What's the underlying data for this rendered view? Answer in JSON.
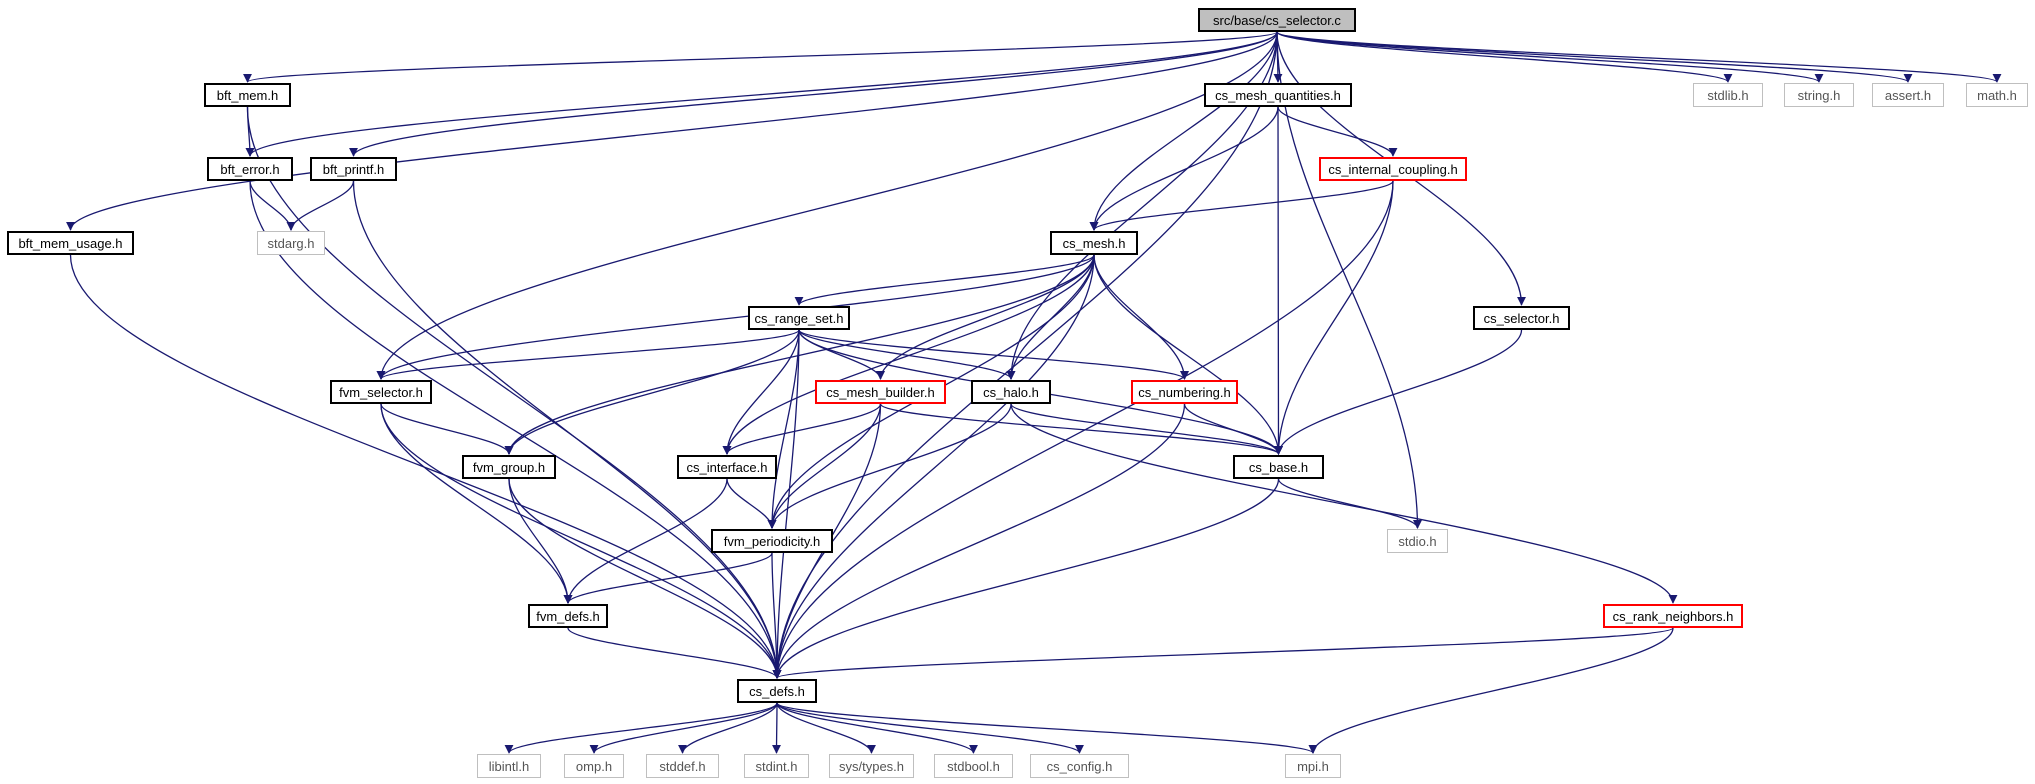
{
  "graph": {
    "nodes": [
      {
        "id": "root",
        "label": "src/base/cs_selector.c",
        "kind": "root"
      },
      {
        "id": "bft_mem",
        "label": "bft_mem.h",
        "kind": "file"
      },
      {
        "id": "cs_mesh_quantities",
        "label": "cs_mesh_quantities.h",
        "kind": "file"
      },
      {
        "id": "stdlib",
        "label": "stdlib.h",
        "kind": "system"
      },
      {
        "id": "string",
        "label": "string.h",
        "kind": "system"
      },
      {
        "id": "assert",
        "label": "assert.h",
        "kind": "system"
      },
      {
        "id": "math",
        "label": "math.h",
        "kind": "system"
      },
      {
        "id": "bft_error",
        "label": "bft_error.h",
        "kind": "file"
      },
      {
        "id": "bft_printf",
        "label": "bft_printf.h",
        "kind": "file"
      },
      {
        "id": "cs_internal_coupling",
        "label": "cs_internal_coupling.h",
        "kind": "incomplete"
      },
      {
        "id": "bft_mem_usage",
        "label": "bft_mem_usage.h",
        "kind": "file"
      },
      {
        "id": "stdarg",
        "label": "stdarg.h",
        "kind": "system"
      },
      {
        "id": "cs_mesh",
        "label": "cs_mesh.h",
        "kind": "file"
      },
      {
        "id": "cs_range_set",
        "label": "cs_range_set.h",
        "kind": "file"
      },
      {
        "id": "cs_selector",
        "label": "cs_selector.h",
        "kind": "file"
      },
      {
        "id": "fvm_selector",
        "label": "fvm_selector.h",
        "kind": "file"
      },
      {
        "id": "cs_mesh_builder",
        "label": "cs_mesh_builder.h",
        "kind": "incomplete"
      },
      {
        "id": "cs_halo",
        "label": "cs_halo.h",
        "kind": "file"
      },
      {
        "id": "cs_numbering",
        "label": "cs_numbering.h",
        "kind": "incomplete"
      },
      {
        "id": "fvm_group",
        "label": "fvm_group.h",
        "kind": "file"
      },
      {
        "id": "cs_interface",
        "label": "cs_interface.h",
        "kind": "file"
      },
      {
        "id": "cs_base",
        "label": "cs_base.h",
        "kind": "file"
      },
      {
        "id": "stdio",
        "label": "stdio.h",
        "kind": "system"
      },
      {
        "id": "fvm_periodicity",
        "label": "fvm_periodicity.h",
        "kind": "file"
      },
      {
        "id": "fvm_defs",
        "label": "fvm_defs.h",
        "kind": "file"
      },
      {
        "id": "cs_rank_neighbors",
        "label": "cs_rank_neighbors.h",
        "kind": "incomplete"
      },
      {
        "id": "cs_defs",
        "label": "cs_defs.h",
        "kind": "file"
      },
      {
        "id": "libintl",
        "label": "libintl.h",
        "kind": "system"
      },
      {
        "id": "omp",
        "label": "omp.h",
        "kind": "system"
      },
      {
        "id": "stddef",
        "label": "stddef.h",
        "kind": "system"
      },
      {
        "id": "stdint",
        "label": "stdint.h",
        "kind": "system"
      },
      {
        "id": "sys_types",
        "label": "sys/types.h",
        "kind": "system"
      },
      {
        "id": "stdbool",
        "label": "stdbool.h",
        "kind": "system"
      },
      {
        "id": "cs_config",
        "label": "cs_config.h",
        "kind": "system"
      },
      {
        "id": "mpi",
        "label": "mpi.h",
        "kind": "system"
      }
    ],
    "edges": [
      [
        "root",
        "bft_mem"
      ],
      [
        "root",
        "bft_error"
      ],
      [
        "root",
        "bft_printf"
      ],
      [
        "root",
        "bft_mem_usage"
      ],
      [
        "root",
        "fvm_selector"
      ],
      [
        "root",
        "cs_mesh"
      ],
      [
        "root",
        "cs_halo"
      ],
      [
        "root",
        "cs_mesh_quantities"
      ],
      [
        "root",
        "cs_selector"
      ],
      [
        "root",
        "stdio"
      ],
      [
        "root",
        "cs_defs"
      ],
      [
        "root",
        "stdlib"
      ],
      [
        "root",
        "string"
      ],
      [
        "root",
        "assert"
      ],
      [
        "root",
        "math"
      ],
      [
        "bft_mem",
        "bft_error"
      ],
      [
        "bft_mem",
        "cs_defs"
      ],
      [
        "bft_error",
        "stdarg"
      ],
      [
        "bft_error",
        "cs_defs"
      ],
      [
        "bft_printf",
        "stdarg"
      ],
      [
        "bft_printf",
        "cs_defs"
      ],
      [
        "bft_mem_usage",
        "cs_defs"
      ],
      [
        "cs_mesh_quantities",
        "cs_mesh"
      ],
      [
        "cs_mesh_quantities",
        "cs_internal_coupling"
      ],
      [
        "cs_mesh_quantities",
        "cs_base"
      ],
      [
        "cs_internal_coupling",
        "cs_mesh"
      ],
      [
        "cs_internal_coupling",
        "cs_base"
      ],
      [
        "cs_internal_coupling",
        "cs_defs"
      ],
      [
        "cs_mesh",
        "cs_range_set"
      ],
      [
        "cs_mesh",
        "fvm_selector"
      ],
      [
        "cs_mesh",
        "fvm_group"
      ],
      [
        "cs_mesh",
        "cs_interface"
      ],
      [
        "cs_mesh",
        "fvm_periodicity"
      ],
      [
        "cs_mesh",
        "cs_mesh_builder"
      ],
      [
        "cs_mesh",
        "cs_halo"
      ],
      [
        "cs_mesh",
        "cs_numbering"
      ],
      [
        "cs_mesh",
        "cs_base"
      ],
      [
        "cs_mesh",
        "cs_defs"
      ],
      [
        "cs_range_set",
        "fvm_selector"
      ],
      [
        "cs_range_set",
        "fvm_group"
      ],
      [
        "cs_range_set",
        "cs_interface"
      ],
      [
        "cs_range_set",
        "fvm_periodicity"
      ],
      [
        "cs_range_set",
        "cs_mesh_builder"
      ],
      [
        "cs_range_set",
        "cs_halo"
      ],
      [
        "cs_range_set",
        "cs_numbering"
      ],
      [
        "cs_range_set",
        "cs_base"
      ],
      [
        "cs_range_set",
        "cs_defs"
      ],
      [
        "cs_selector",
        "cs_base"
      ],
      [
        "fvm_selector",
        "fvm_group"
      ],
      [
        "fvm_selector",
        "fvm_defs"
      ],
      [
        "fvm_selector",
        "cs_defs"
      ],
      [
        "fvm_group",
        "fvm_defs"
      ],
      [
        "fvm_group",
        "cs_defs"
      ],
      [
        "cs_mesh_builder",
        "cs_interface"
      ],
      [
        "cs_mesh_builder",
        "fvm_periodicity"
      ],
      [
        "cs_mesh_builder",
        "cs_base"
      ],
      [
        "cs_mesh_builder",
        "cs_defs"
      ],
      [
        "cs_halo",
        "fvm_periodicity"
      ],
      [
        "cs_halo",
        "cs_base"
      ],
      [
        "cs_halo",
        "cs_rank_neighbors"
      ],
      [
        "cs_numbering",
        "cs_base"
      ],
      [
        "cs_numbering",
        "cs_defs"
      ],
      [
        "cs_interface",
        "fvm_periodicity"
      ],
      [
        "cs_interface",
        "fvm_defs"
      ],
      [
        "cs_base",
        "stdio"
      ],
      [
        "cs_base",
        "cs_defs"
      ],
      [
        "fvm_periodicity",
        "fvm_defs"
      ],
      [
        "fvm_periodicity",
        "cs_defs"
      ],
      [
        "fvm_defs",
        "cs_defs"
      ],
      [
        "cs_rank_neighbors",
        "cs_defs"
      ],
      [
        "cs_rank_neighbors",
        "mpi"
      ],
      [
        "cs_defs",
        "libintl"
      ],
      [
        "cs_defs",
        "omp"
      ],
      [
        "cs_defs",
        "stddef"
      ],
      [
        "cs_defs",
        "stdint"
      ],
      [
        "cs_defs",
        "sys_types"
      ],
      [
        "cs_defs",
        "stdbool"
      ],
      [
        "cs_defs",
        "cs_config"
      ],
      [
        "cs_defs",
        "mpi"
      ]
    ],
    "colors": {
      "edge": "#191970",
      "root_fill": "#bfbfbf",
      "incomplete_border": "#ff0000",
      "system_border": "#bfbfbf"
    }
  }
}
